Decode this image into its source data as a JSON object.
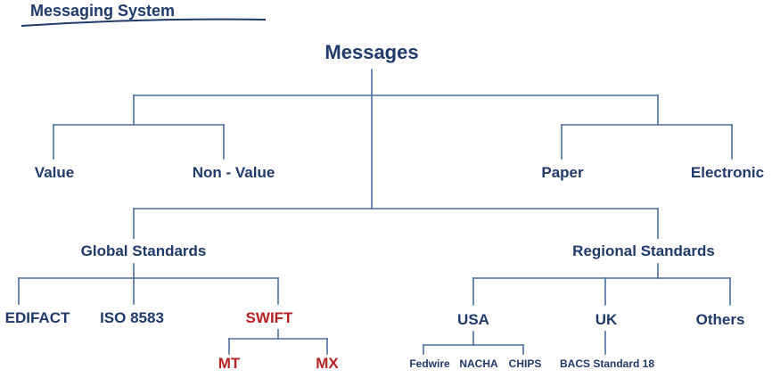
{
  "page": {
    "title": "Messaging System"
  },
  "colors": {
    "primary": "#1f3a6b",
    "highlight": "#b52222",
    "line": "#4a6f9e"
  },
  "nodes": {
    "messages": "Messages",
    "value": "Value",
    "non_value": "Non - Value",
    "paper": "Paper",
    "electronic": "Electronic",
    "global_standards": "Global Standards",
    "regional_standards": "Regional Standards",
    "edifact": "EDIFACT",
    "iso_8583": "ISO 8583",
    "swift": "SWIFT",
    "mt": "MT",
    "mx": "MX",
    "usa": "USA",
    "uk": "UK",
    "others": "Others",
    "fedwire": "Fedwire",
    "nacha": "NACHA",
    "chips": "CHIPS",
    "bacs": "BACS Standard 18"
  }
}
